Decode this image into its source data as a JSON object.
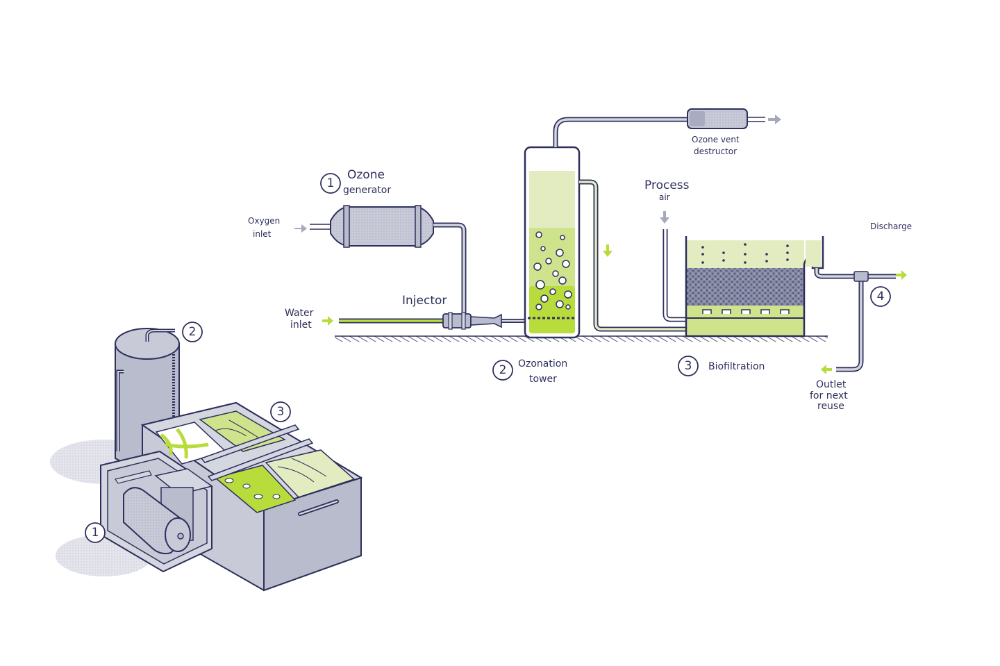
{
  "colors": {
    "ink": "#2e2f5c",
    "metal": "#b9bccd",
    "metal_light": "#d4d6e0",
    "green_bright": "#b8dc3c",
    "green_mid": "#cfe38c",
    "green_pale": "#e2ecc0",
    "arrow_grey": "#a6a9bb",
    "shadow": "#d9dbe4"
  },
  "schematic": {
    "components": [
      {
        "number": "1",
        "label_line1": "Ozone",
        "label_line2": "generator"
      },
      {
        "number": "2",
        "label_line1": "Ozonation",
        "label_line2": "tower"
      },
      {
        "number": "3",
        "label_line1": "Biofiltration",
        "label_line2": ""
      },
      {
        "number": "4",
        "label_line1": "",
        "label_line2": ""
      }
    ],
    "labels": {
      "oxygen_inlet_1": "Oxygen",
      "oxygen_inlet_2": "inlet",
      "water_inlet_1": "Water",
      "water_inlet_2": "inlet",
      "injector": "Injector",
      "vent_1": "Ozone vent",
      "vent_2": "destructor",
      "process_air_1": "Process",
      "process_air_2": "air",
      "discharge": "Discharge",
      "outlet_1": "Outlet",
      "outlet_2": "for next",
      "outlet_3": "reuse"
    }
  },
  "isometric": {
    "callouts": [
      "1",
      "2",
      "3"
    ]
  }
}
